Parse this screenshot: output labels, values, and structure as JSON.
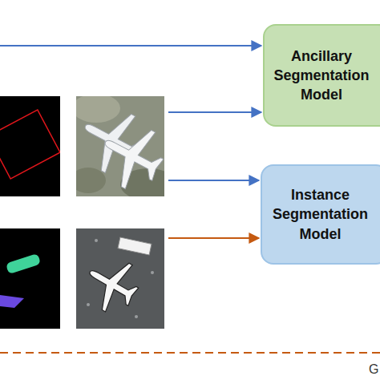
{
  "diagram": {
    "nodes": [
      {
        "text": [
          "Ancillary Segmentation Model"
        ]
      },
      {
        "text": [
          "Instance Segmentation Model"
        ]
      }
    ],
    "labels": [
      "G"
    ]
  }
}
